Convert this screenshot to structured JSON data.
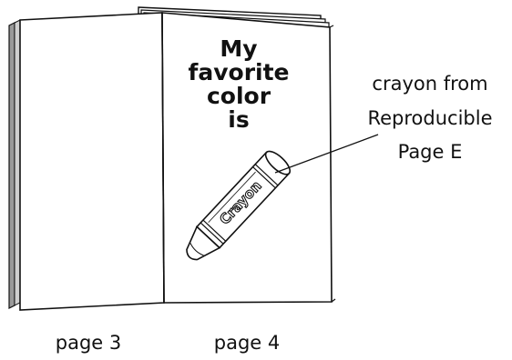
{
  "book": {
    "title_lines": [
      "My",
      "favorite",
      "color",
      "is"
    ],
    "crayon_label": "Crayon"
  },
  "callout": {
    "lines": [
      "crayon from",
      "Reproducible",
      "Page E"
    ]
  },
  "page_labels": {
    "left": "page 3",
    "right": "page 4"
  },
  "colors": {
    "ink": "#111111",
    "page": "#ffffff",
    "page_edge": "#cfcfcf",
    "cover": "#9a9a9a"
  }
}
